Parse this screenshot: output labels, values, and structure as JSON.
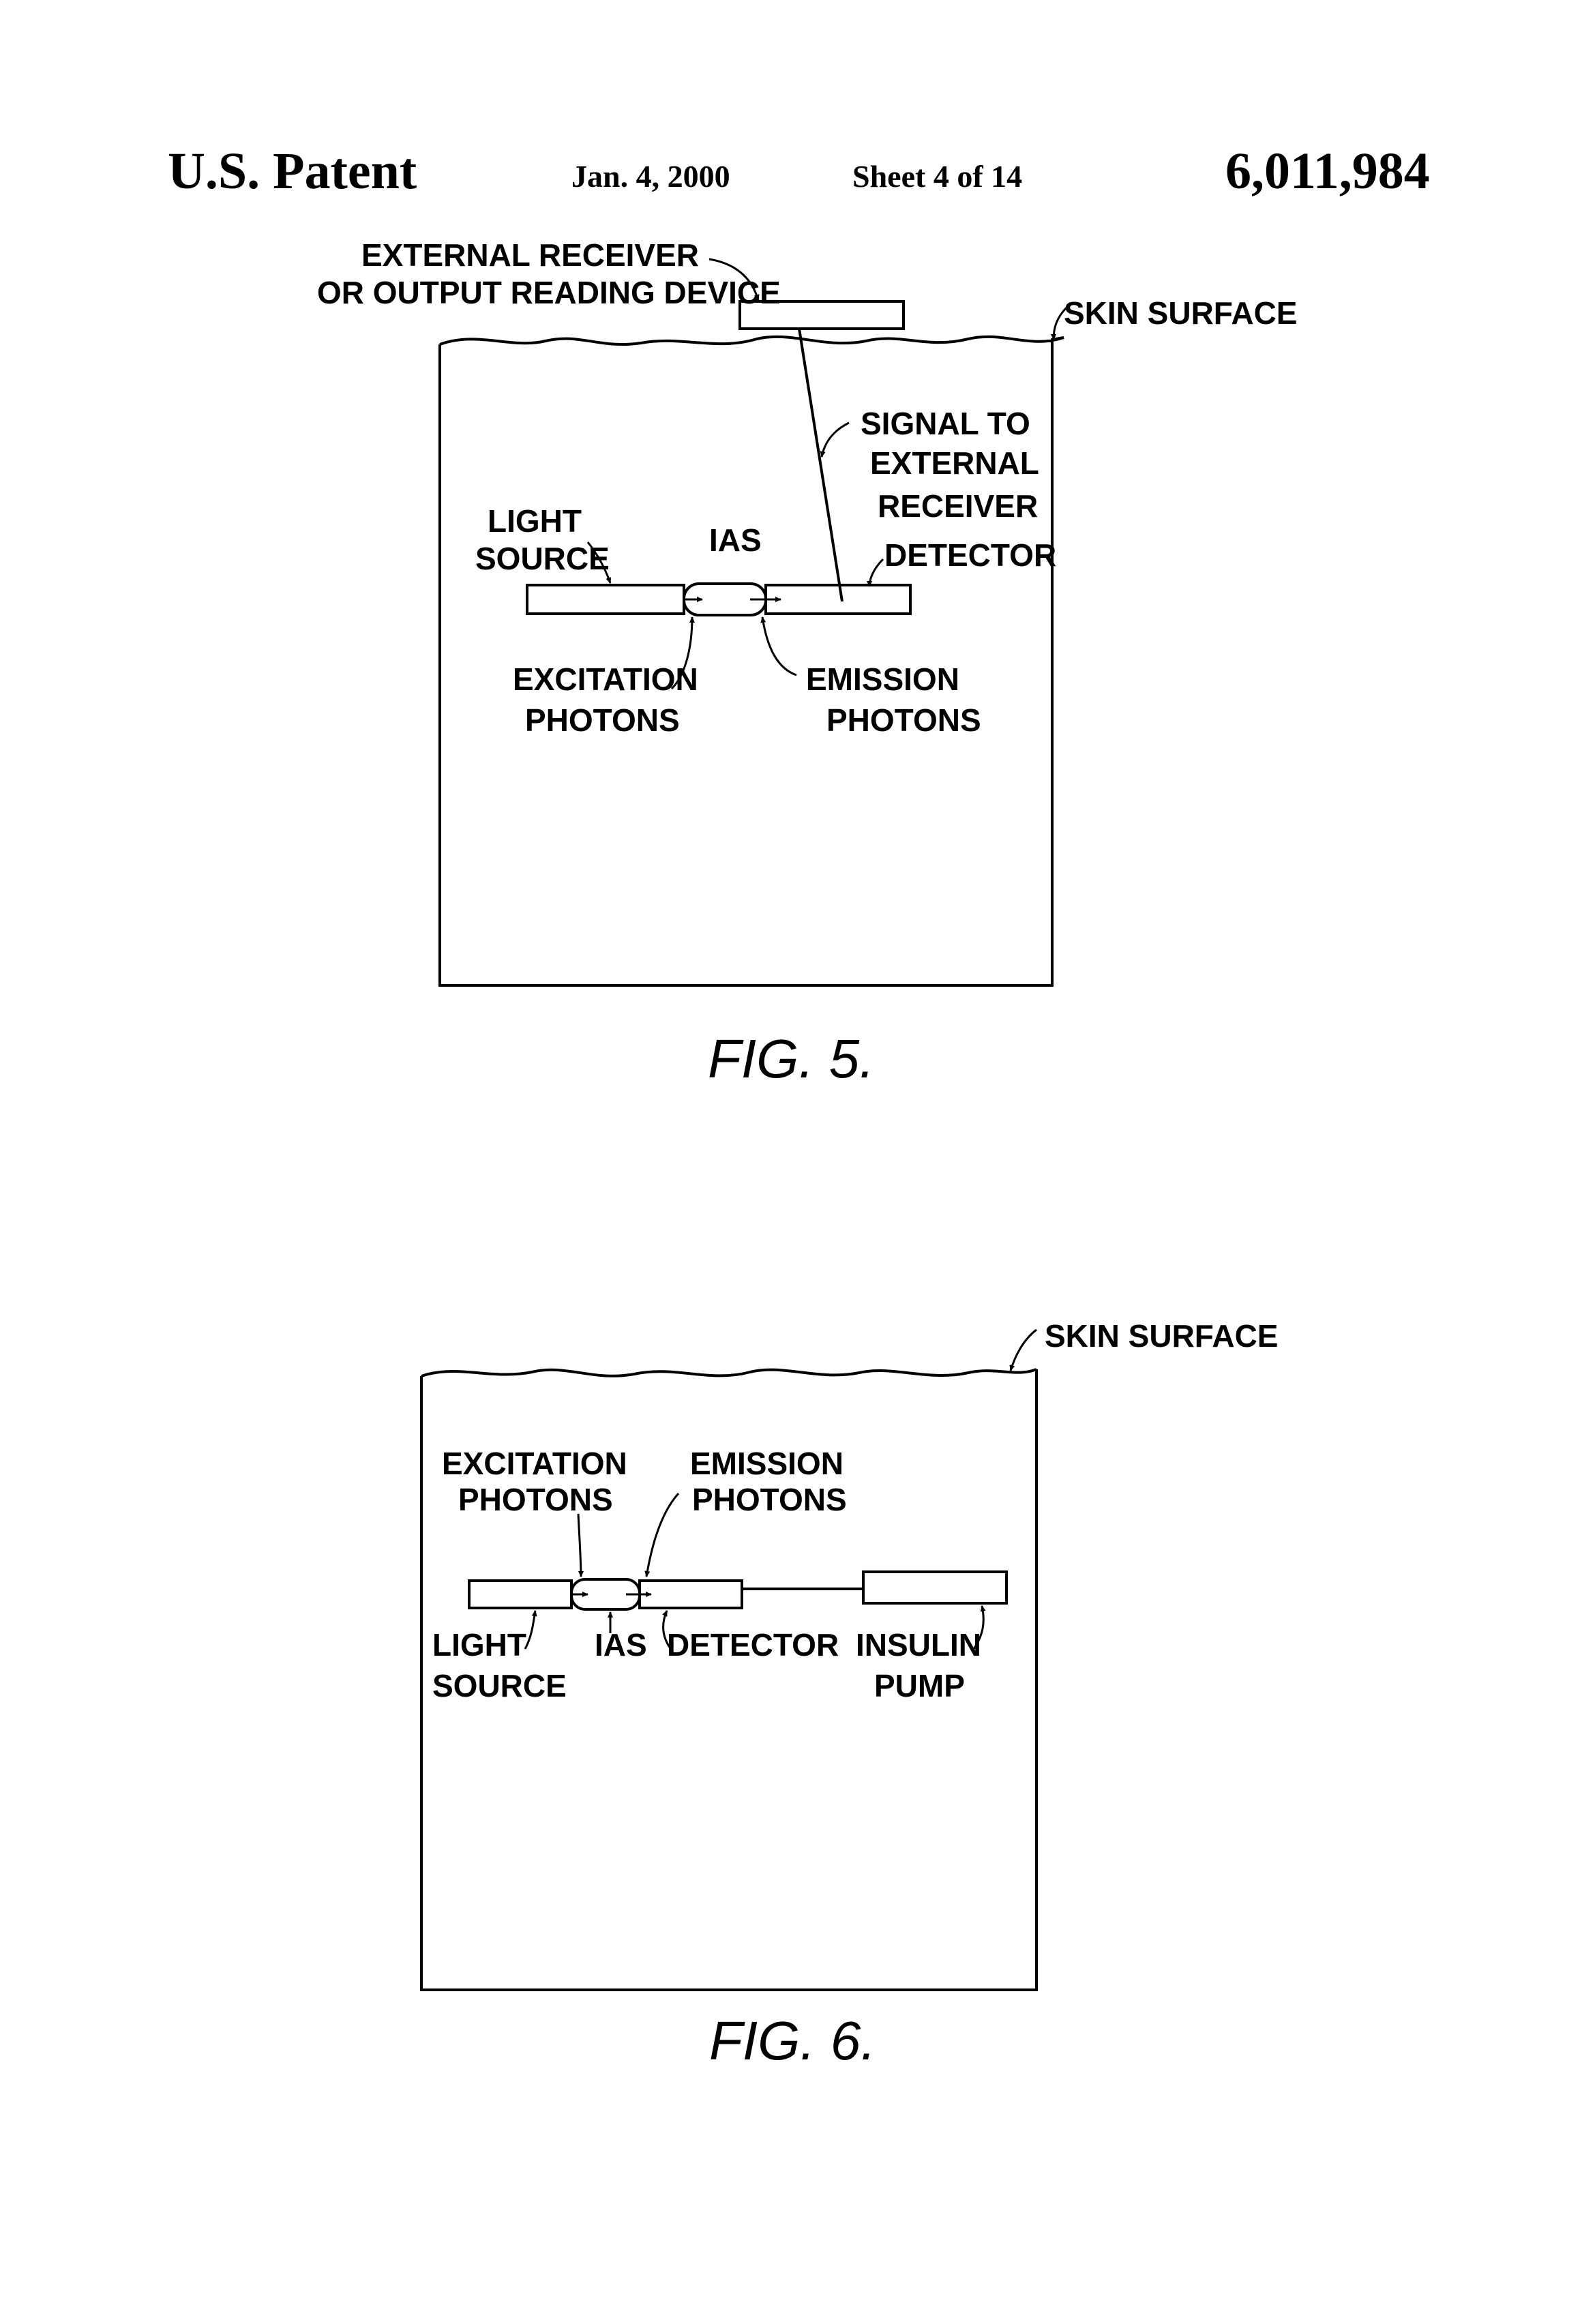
{
  "header": {
    "left": "U.S. Patent",
    "date": "Jan. 4, 2000",
    "sheet": "Sheet 4 of 14",
    "number": "6,011,984"
  },
  "fig5": {
    "external_receiver": [
      "EXTERNAL RECEIVER",
      "OR OUTPUT READING DEVICE"
    ],
    "skin_surface": "SKIN SURFACE",
    "signal": [
      "SIGNAL TO",
      "EXTERNAL",
      "RECEIVER"
    ],
    "light_source": [
      "LIGHT",
      "SOURCE"
    ],
    "ias": "IAS",
    "detector": "DETECTOR",
    "excitation": [
      "EXCITATION",
      "PHOTONS"
    ],
    "emission": [
      "EMISSION",
      "PHOTONS"
    ],
    "caption": "FIG. 5."
  },
  "fig6": {
    "skin_surface": "SKIN SURFACE",
    "excitation": [
      "EXCITATION",
      "PHOTONS"
    ],
    "emission": [
      "EMISSION",
      "PHOTONS"
    ],
    "light_source": [
      "LIGHT",
      "SOURCE"
    ],
    "ias": "IAS",
    "detector": "DETECTOR",
    "insulin_pump": [
      "INSULIN",
      "PUMP"
    ],
    "caption": "FIG. 6."
  }
}
